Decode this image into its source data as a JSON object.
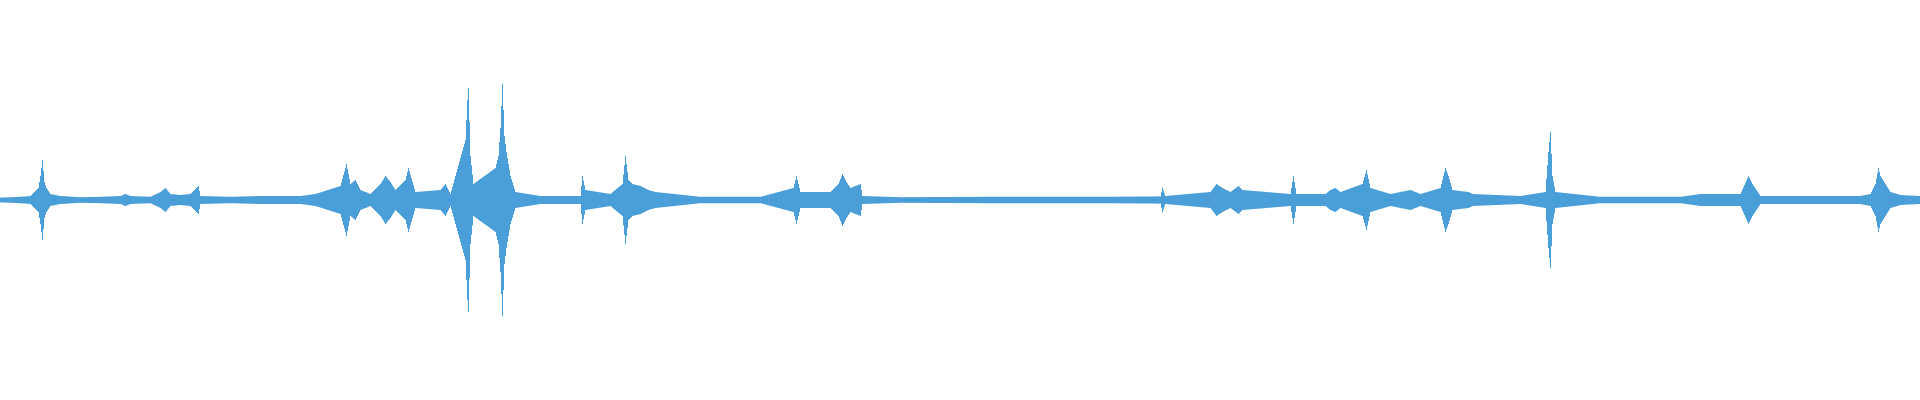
{
  "waveform": {
    "color": "#4a9fd8",
    "peaks_by_x": [
      [
        0,
        0.012
      ],
      [
        10,
        0.014
      ],
      [
        20,
        0.016
      ],
      [
        30,
        0.02
      ],
      [
        38,
        0.06
      ],
      [
        40,
        0.12
      ],
      [
        42,
        0.2
      ],
      [
        44,
        0.09
      ],
      [
        46,
        0.06
      ],
      [
        50,
        0.03
      ],
      [
        60,
        0.02
      ],
      [
        80,
        0.014
      ],
      [
        100,
        0.016
      ],
      [
        120,
        0.02
      ],
      [
        125,
        0.03
      ],
      [
        130,
        0.02
      ],
      [
        150,
        0.016
      ],
      [
        160,
        0.04
      ],
      [
        165,
        0.06
      ],
      [
        170,
        0.03
      ],
      [
        180,
        0.025
      ],
      [
        190,
        0.03
      ],
      [
        198,
        0.07
      ],
      [
        200,
        0.02
      ],
      [
        230,
        0.016
      ],
      [
        260,
        0.02
      ],
      [
        300,
        0.02
      ],
      [
        315,
        0.03
      ],
      [
        340,
        0.07
      ],
      [
        346,
        0.18
      ],
      [
        350,
        0.08
      ],
      [
        355,
        0.1
      ],
      [
        360,
        0.05
      ],
      [
        365,
        0.04
      ],
      [
        370,
        0.03
      ],
      [
        380,
        0.08
      ],
      [
        385,
        0.12
      ],
      [
        390,
        0.09
      ],
      [
        395,
        0.05
      ],
      [
        405,
        0.1
      ],
      [
        408,
        0.16
      ],
      [
        415,
        0.04
      ],
      [
        440,
        0.05
      ],
      [
        445,
        0.08
      ],
      [
        450,
        0.03
      ],
      [
        465,
        0.3
      ],
      [
        467,
        0.5
      ],
      [
        468,
        0.56
      ],
      [
        470,
        0.22
      ],
      [
        473,
        0.08
      ],
      [
        495,
        0.16
      ],
      [
        498,
        0.22
      ],
      [
        500,
        0.36
      ],
      [
        502,
        0.58
      ],
      [
        504,
        0.32
      ],
      [
        506,
        0.24
      ],
      [
        508,
        0.18
      ],
      [
        510,
        0.12
      ],
      [
        515,
        0.04
      ],
      [
        540,
        0.02
      ],
      [
        580,
        0.02
      ],
      [
        582,
        0.12
      ],
      [
        585,
        0.05
      ],
      [
        610,
        0.03
      ],
      [
        622,
        0.08
      ],
      [
        625,
        0.22
      ],
      [
        628,
        0.1
      ],
      [
        632,
        0.08
      ],
      [
        640,
        0.07
      ],
      [
        648,
        0.05
      ],
      [
        655,
        0.04
      ],
      [
        700,
        0.016
      ],
      [
        760,
        0.016
      ],
      [
        793,
        0.06
      ],
      [
        796,
        0.12
      ],
      [
        800,
        0.04
      ],
      [
        830,
        0.04
      ],
      [
        838,
        0.08
      ],
      [
        842,
        0.13
      ],
      [
        846,
        0.09
      ],
      [
        850,
        0.06
      ],
      [
        860,
        0.08
      ],
      [
        862,
        0.02
      ],
      [
        900,
        0.014
      ],
      [
        980,
        0.016
      ],
      [
        1040,
        0.016
      ],
      [
        1100,
        0.016
      ],
      [
        1160,
        0.018
      ],
      [
        1162,
        0.06
      ],
      [
        1165,
        0.02
      ],
      [
        1210,
        0.04
      ],
      [
        1216,
        0.08
      ],
      [
        1222,
        0.06
      ],
      [
        1230,
        0.04
      ],
      [
        1238,
        0.07
      ],
      [
        1242,
        0.05
      ],
      [
        1290,
        0.03
      ],
      [
        1293,
        0.12
      ],
      [
        1296,
        0.03
      ],
      [
        1325,
        0.03
      ],
      [
        1330,
        0.05
      ],
      [
        1335,
        0.06
      ],
      [
        1340,
        0.04
      ],
      [
        1362,
        0.08
      ],
      [
        1366,
        0.15
      ],
      [
        1370,
        0.06
      ],
      [
        1390,
        0.03
      ],
      [
        1400,
        0.04
      ],
      [
        1410,
        0.05
      ],
      [
        1420,
        0.03
      ],
      [
        1440,
        0.06
      ],
      [
        1445,
        0.16
      ],
      [
        1448,
        0.12
      ],
      [
        1452,
        0.05
      ],
      [
        1468,
        0.04
      ],
      [
        1472,
        0.03
      ],
      [
        1520,
        0.02
      ],
      [
        1545,
        0.04
      ],
      [
        1548,
        0.24
      ],
      [
        1550,
        0.34
      ],
      [
        1552,
        0.12
      ],
      [
        1555,
        0.04
      ],
      [
        1600,
        0.016
      ],
      [
        1680,
        0.016
      ],
      [
        1700,
        0.03
      ],
      [
        1740,
        0.03
      ],
      [
        1748,
        0.12
      ],
      [
        1752,
        0.08
      ],
      [
        1760,
        0.02
      ],
      [
        1860,
        0.02
      ],
      [
        1870,
        0.03
      ],
      [
        1875,
        0.08
      ],
      [
        1878,
        0.16
      ],
      [
        1880,
        0.12
      ],
      [
        1885,
        0.08
      ],
      [
        1890,
        0.04
      ],
      [
        1900,
        0.025
      ],
      [
        1919,
        0.02
      ]
    ]
  }
}
